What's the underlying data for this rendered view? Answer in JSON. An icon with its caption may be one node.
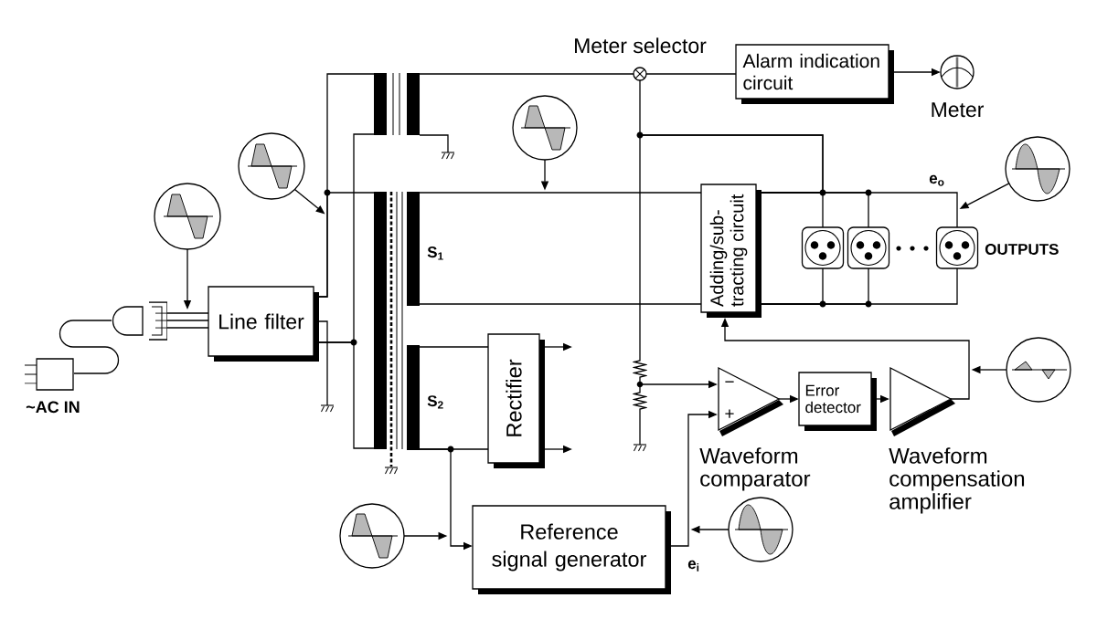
{
  "diagram": {
    "nodes": [
      {
        "text": [
          "Meter selector"
        ]
      },
      {
        "text": [
          "Alarm indication circuit"
        ]
      },
      {
        "text": [
          "Meter"
        ]
      },
      {
        "text": [],
        "shape": "circle"
      },
      {
        "text": [],
        "shape": "circle"
      },
      {
        "text": [],
        "shape": "circle"
      },
      {
        "text": [],
        "shape": "circle"
      },
      {
        "text": [],
        "shape": "bar"
      },
      {
        "text": [],
        "shape": "bar"
      },
      {
        "text": [],
        "shape": "bar"
      },
      {
        "text": [],
        "shape": "bar",
        "beside": [
          "S$_{1}$"
        ]
      },
      {
        "text": [
          "Adding/sub- tracting circuit"
        ]
      },
      {
        "text": [],
        "shape": "socket"
      },
      {
        "text": [],
        "shape": "socket"
      },
      {
        "text": [],
        "shape": "socket"
      },
      {
        "text": [
          "Line filter"
        ]
      },
      {
        "text": [],
        "shape": "plug"
      },
      {
        "text": [
          "~AC IN"
        ]
      },
      {
        "text": [],
        "shape": "bar",
        "beside": [
          "S$_{2}$"
        ]
      },
      {
        "text": [
          "Rectifier"
        ]
      },
      {
        "text": [],
        "shape": "resistor"
      },
      {
        "text": [
          "Waveform comparator"
        ]
      },
      {
        "text": [
          "Error detector"
        ]
      },
      {
        "text": [
          "Waveform compensation amplifier"
        ]
      },
      {
        "text": [],
        "shape": "circle"
      },
      {
        "text": [
          "Reference signal generator"
        ]
      },
      {
        "text": [],
        "shape": "circle"
      },
      {
        "text": [],
        "shape": "circle"
      }
    ],
    "edges": [
      {
        "from": 17,
        "to": 16,
        "arrow": "none"
      },
      {
        "from": 16,
        "to": 15,
        "arrow": "none"
      },
      {
        "from": 16,
        "to": 15,
        "arrow": "none"
      },
      {
        "from": 16,
        "to": 15,
        "arrow": "none"
      },
      {
        "from": 6,
        "to": null,
        "arrow": "to"
      },
      {
        "from": 15,
        "to": 7,
        "arrow": "none"
      },
      {
        "from": 15,
        "to": 9,
        "arrow": "none"
      },
      {
        "from": 15,
        "to": 7,
        "arrow": "none"
      },
      {
        "from": 15,
        "to": 9,
        "arrow": "none"
      },
      {
        "from": 4,
        "to": null,
        "arrow": "to"
      },
      {
        "from": 8,
        "to": 0,
        "arrow": "none"
      },
      {
        "from": 0,
        "to": 1,
        "arrow": "none"
      },
      {
        "from": 1,
        "to": 2,
        "arrow": "to"
      },
      {
        "from": 3,
        "to": null,
        "arrow": "to"
      },
      {
        "from": 10,
        "to": 11,
        "arrow": "none"
      },
      {
        "from": 10,
        "to": 11,
        "arrow": "none"
      },
      {
        "from": 11,
        "to": 12,
        "arrow": "none"
      },
      {
        "from": 11,
        "to": 13,
        "arrow": "none"
      },
      {
        "from": 11,
        "to": 14,
        "arrow": "none"
      },
      {
        "from": 11,
        "to": 12,
        "arrow": "none"
      },
      {
        "from": 11,
        "to": 13,
        "arrow": "none"
      },
      {
        "from": 11,
        "to": 14,
        "arrow": "none"
      },
      {
        "from": 11,
        "to": 0,
        "arrow": "none"
      },
      {
        "from": 11,
        "to": 20,
        "arrow": "none"
      },
      {
        "from": 5,
        "to": null,
        "arrow": "to"
      },
      {
        "from": 18,
        "to": 19,
        "arrow": "none"
      },
      {
        "from": 18,
        "to": 19,
        "arrow": "none"
      },
      {
        "from": 18,
        "to": 25,
        "arrow": "to"
      },
      {
        "from": 19,
        "to": null,
        "arrow": "to"
      },
      {
        "from": 19,
        "to": null,
        "arrow": "to"
      },
      {
        "from": 26,
        "to": null,
        "arrow": "to"
      },
      {
        "from": 25,
        "to": 21,
        "arrow": "to"
      },
      {
        "from": 27,
        "to": null,
        "arrow": "to"
      },
      {
        "from": 20,
        "to": 21,
        "arrow": "to"
      },
      {
        "from": 21,
        "to": 22,
        "arrow": "to"
      },
      {
        "from": 22,
        "to": 23,
        "arrow": "to"
      },
      {
        "from": 23,
        "to": 11,
        "arrow": "to"
      },
      {
        "from": 24,
        "to": null,
        "arrow": "to"
      }
    ],
    "labels": [
      "e$_{o}$",
      "OUTPUTS",
      "−",
      "+",
      "e$_{i}$"
    ]
  }
}
